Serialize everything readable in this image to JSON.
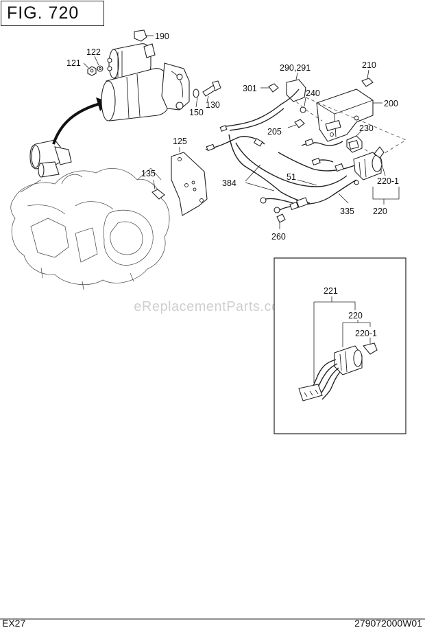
{
  "figure": {
    "label": "FIG. 720"
  },
  "footer": {
    "model": "EX27",
    "doc_number": "279072000W01"
  },
  "watermark": "eReplacementParts.com",
  "callouts": {
    "c190": "190",
    "c122": "122",
    "c121": "121",
    "c150": "150",
    "c130": "130",
    "c125": "125",
    "c135": "135",
    "c301": "301",
    "c290": "290,291",
    "c240": "240",
    "c210": "210",
    "c200": "200",
    "c205": "205",
    "c230": "230",
    "c384": "384",
    "c51": "51",
    "c220_1": "220-1",
    "c220": "220",
    "c335": "335",
    "c260": "260",
    "d221": "221",
    "d220": "220",
    "d220_1": "220-1"
  }
}
